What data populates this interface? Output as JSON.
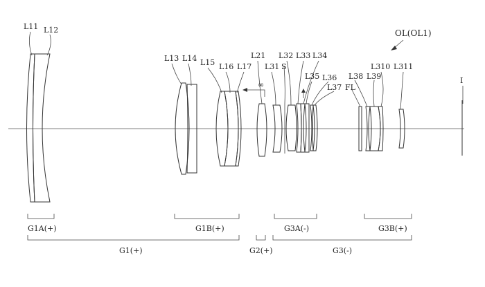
{
  "figure_ref": "OL(OL1)",
  "lens_labels": {
    "l11": "L11",
    "l12": "L12",
    "l13": "L13",
    "l14": "L14",
    "l15": "L15",
    "l16": "L16",
    "l17": "L17",
    "l21": "L21",
    "l31": "L31",
    "s": "S",
    "l32": "L32",
    "l33": "L33",
    "l34": "L34",
    "l35": "L35",
    "l36": "L36",
    "l37": "L37",
    "l38": "L38",
    "fl": "FL",
    "l39": "L39",
    "l310": "L310",
    "l311": "L311",
    "i": "I"
  },
  "infinity_symbol": "∞",
  "group_labels": {
    "g1a": "G1A(+)",
    "g1b": "G1B(+)",
    "g3a": "G3A(-)",
    "g3b": "G3B(+)",
    "g1": "G1(+)",
    "g2": "G2(+)",
    "g3": "G3(-)"
  },
  "colors": {
    "stroke": "#333333",
    "text": "#222222",
    "background": "#ffffff"
  }
}
